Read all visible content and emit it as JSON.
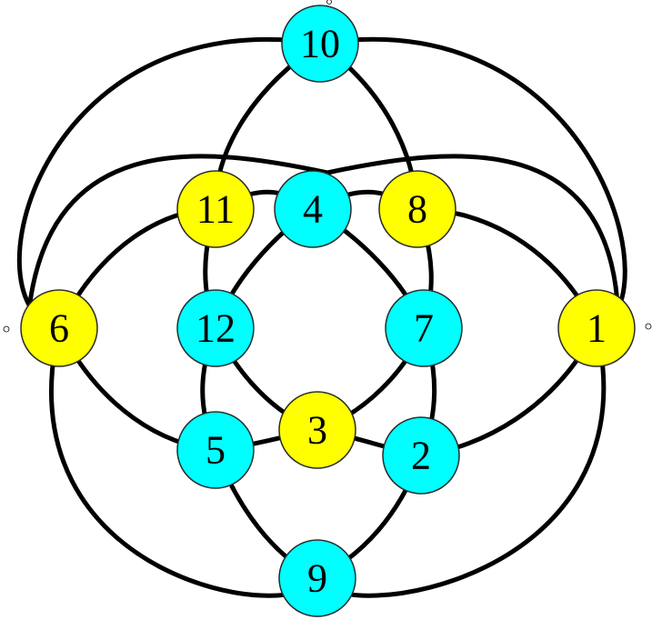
{
  "colors": {
    "yellow": "#FFFF00",
    "cyan": "#00FFFF",
    "line": "#000000",
    "background": "#FFFFFF"
  },
  "nodes": [
    {
      "id": "n10",
      "label": "10",
      "color": "cyan"
    },
    {
      "id": "n11",
      "label": "11",
      "color": "yellow"
    },
    {
      "id": "n4",
      "label": "4",
      "color": "cyan"
    },
    {
      "id": "n8",
      "label": "8",
      "color": "yellow"
    },
    {
      "id": "n6",
      "label": "6",
      "color": "yellow"
    },
    {
      "id": "n12",
      "label": "12",
      "color": "cyan"
    },
    {
      "id": "n7",
      "label": "7",
      "color": "cyan"
    },
    {
      "id": "n1",
      "label": "1",
      "color": "yellow"
    },
    {
      "id": "n3",
      "label": "3",
      "color": "yellow"
    },
    {
      "id": "n5",
      "label": "5",
      "color": "cyan"
    },
    {
      "id": "n2",
      "label": "2",
      "color": "cyan"
    },
    {
      "id": "n9",
      "label": "9",
      "color": "cyan"
    }
  ],
  "circles": [
    {
      "name": "big-circle-top",
      "through": [
        "6",
        "11",
        "4",
        "8",
        "1"
      ]
    },
    {
      "name": "big-circle-left",
      "through": [
        "10",
        "11",
        "12",
        "5",
        "9"
      ]
    },
    {
      "name": "big-circle-right",
      "through": [
        "10",
        "8",
        "7",
        "2",
        "9"
      ]
    },
    {
      "name": "big-circle-bottom",
      "through": [
        "6",
        "5",
        "3",
        "2",
        "1"
      ]
    },
    {
      "name": "center-circle",
      "through": [
        "4",
        "12",
        "7",
        "3"
      ]
    }
  ]
}
